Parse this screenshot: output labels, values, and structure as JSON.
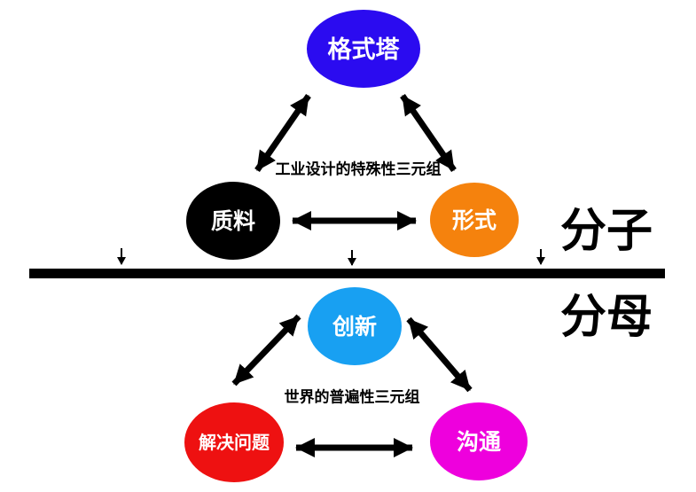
{
  "diagram": {
    "background_color": "#ffffff",
    "arrow_color": "#000000",
    "divider": {
      "bar_color": "#000000",
      "label_top": "分子",
      "label_bottom": "分母",
      "label_color": "#000000",
      "tick_arrow_count": 3
    },
    "top_triangle": {
      "caption": "工业设计的特殊性三元组",
      "nodes": {
        "gestalt": {
          "label": "格式塔",
          "color": "#2b0bf0",
          "text_color": "#ffffff"
        },
        "material": {
          "label": "质料",
          "color": "#000000",
          "text_color": "#ffffff"
        },
        "form": {
          "label": "形式",
          "color": "#f5820d",
          "text_color": "#ffffff"
        }
      }
    },
    "bottom_triangle": {
      "caption": "世界的普遍性三元组",
      "nodes": {
        "innovation": {
          "label": "创新",
          "color": "#18a0f2",
          "text_color": "#ffffff"
        },
        "solve_problem": {
          "label": "解决问题",
          "color": "#ee1111",
          "text_color": "#ffffff"
        },
        "communication": {
          "label": "沟通",
          "color": "#ee00dd",
          "text_color": "#ffffff"
        }
      }
    }
  }
}
